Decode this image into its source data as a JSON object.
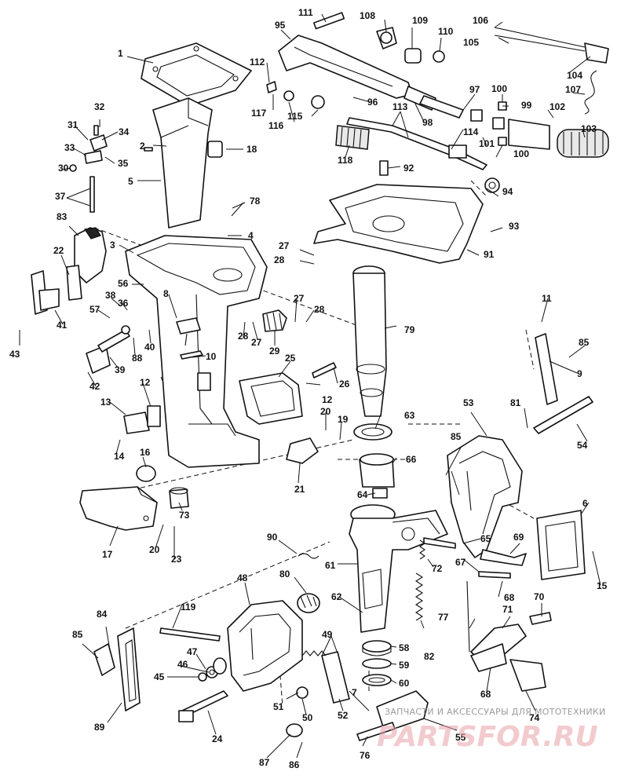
{
  "diagram": {
    "callouts": [
      {
        "id": "c1",
        "label": "1"
      },
      {
        "id": "c2",
        "label": "2"
      },
      {
        "id": "c3",
        "label": "3"
      },
      {
        "id": "c4",
        "label": "4"
      },
      {
        "id": "c5",
        "label": "5"
      },
      {
        "id": "c6",
        "label": "6"
      },
      {
        "id": "c7",
        "label": "7"
      },
      {
        "id": "c8",
        "label": "8"
      },
      {
        "id": "c9",
        "label": "9"
      },
      {
        "id": "c10",
        "label": "10"
      },
      {
        "id": "c11",
        "label": "11"
      },
      {
        "id": "c12",
        "label": "12"
      },
      {
        "id": "c12b",
        "label": "12"
      },
      {
        "id": "c13",
        "label": "13"
      },
      {
        "id": "c14",
        "label": "14"
      },
      {
        "id": "c15",
        "label": "15"
      },
      {
        "id": "c16",
        "label": "16"
      },
      {
        "id": "c17",
        "label": "17"
      },
      {
        "id": "c18",
        "label": "18"
      },
      {
        "id": "c19",
        "label": "19"
      },
      {
        "id": "c20",
        "label": "20"
      },
      {
        "id": "c20b",
        "label": "20"
      },
      {
        "id": "c21",
        "label": "21"
      },
      {
        "id": "c22",
        "label": "22"
      },
      {
        "id": "c23",
        "label": "23"
      },
      {
        "id": "c24",
        "label": "24"
      },
      {
        "id": "c25",
        "label": "25"
      },
      {
        "id": "c26",
        "label": "26"
      },
      {
        "id": "c27",
        "label": "27"
      },
      {
        "id": "c27b",
        "label": "27"
      },
      {
        "id": "c27c",
        "label": "27"
      },
      {
        "id": "c28",
        "label": "28"
      },
      {
        "id": "c28b",
        "label": "28"
      },
      {
        "id": "c28c",
        "label": "28"
      },
      {
        "id": "c29",
        "label": "29"
      },
      {
        "id": "c30",
        "label": "30"
      },
      {
        "id": "c31",
        "label": "31"
      },
      {
        "id": "c32",
        "label": "32"
      },
      {
        "id": "c33",
        "label": "33"
      },
      {
        "id": "c34",
        "label": "34"
      },
      {
        "id": "c35",
        "label": "35"
      },
      {
        "id": "c36",
        "label": "36"
      },
      {
        "id": "c37",
        "label": "37"
      },
      {
        "id": "c38",
        "label": "38"
      },
      {
        "id": "c39",
        "label": "39"
      },
      {
        "id": "c40",
        "label": "40"
      },
      {
        "id": "c41",
        "label": "41"
      },
      {
        "id": "c42",
        "label": "42"
      },
      {
        "id": "c43",
        "label": "43"
      },
      {
        "id": "c45",
        "label": "45"
      },
      {
        "id": "c46",
        "label": "46"
      },
      {
        "id": "c47",
        "label": "47"
      },
      {
        "id": "c48",
        "label": "48"
      },
      {
        "id": "c49",
        "label": "49"
      },
      {
        "id": "c50",
        "label": "50"
      },
      {
        "id": "c51",
        "label": "51"
      },
      {
        "id": "c52",
        "label": "52"
      },
      {
        "id": "c53",
        "label": "53"
      },
      {
        "id": "c54",
        "label": "54"
      },
      {
        "id": "c55",
        "label": "55"
      },
      {
        "id": "c56",
        "label": "56"
      },
      {
        "id": "c57",
        "label": "57"
      },
      {
        "id": "c58",
        "label": "58"
      },
      {
        "id": "c59",
        "label": "59"
      },
      {
        "id": "c60",
        "label": "60"
      },
      {
        "id": "c61",
        "label": "61"
      },
      {
        "id": "c62",
        "label": "62"
      },
      {
        "id": "c63",
        "label": "63"
      },
      {
        "id": "c64",
        "label": "64"
      },
      {
        "id": "c65",
        "label": "65"
      },
      {
        "id": "c66",
        "label": "66"
      },
      {
        "id": "c67",
        "label": "67"
      },
      {
        "id": "c68",
        "label": "68"
      },
      {
        "id": "c68b",
        "label": "68"
      },
      {
        "id": "c69",
        "label": "69"
      },
      {
        "id": "c70",
        "label": "70"
      },
      {
        "id": "c71",
        "label": "71"
      },
      {
        "id": "c72",
        "label": "72"
      },
      {
        "id": "c73",
        "label": "73"
      },
      {
        "id": "c74",
        "label": "74"
      },
      {
        "id": "c76",
        "label": "76"
      },
      {
        "id": "c77",
        "label": "77"
      },
      {
        "id": "c78",
        "label": "78"
      },
      {
        "id": "c79",
        "label": "79"
      },
      {
        "id": "c80",
        "label": "80"
      },
      {
        "id": "c81",
        "label": "81"
      },
      {
        "id": "c82",
        "label": "82"
      },
      {
        "id": "c83",
        "label": "83"
      },
      {
        "id": "c84",
        "label": "84"
      },
      {
        "id": "c85",
        "label": "85"
      },
      {
        "id": "c85b",
        "label": "85"
      },
      {
        "id": "c85c",
        "label": "85"
      },
      {
        "id": "c86",
        "label": "86"
      },
      {
        "id": "c87",
        "label": "87"
      },
      {
        "id": "c88",
        "label": "88"
      },
      {
        "id": "c89",
        "label": "89"
      },
      {
        "id": "c90",
        "label": "90"
      },
      {
        "id": "c91",
        "label": "91"
      },
      {
        "id": "c92",
        "label": "92"
      },
      {
        "id": "c93",
        "label": "93"
      },
      {
        "id": "c94",
        "label": "94"
      },
      {
        "id": "c95",
        "label": "95"
      },
      {
        "id": "c96",
        "label": "96"
      },
      {
        "id": "c97",
        "label": "97"
      },
      {
        "id": "c98",
        "label": "98"
      },
      {
        "id": "c99",
        "label": "99"
      },
      {
        "id": "c100",
        "label": "100"
      },
      {
        "id": "c100b",
        "label": "100"
      },
      {
        "id": "c101",
        "label": "101"
      },
      {
        "id": "c102",
        "label": "102"
      },
      {
        "id": "c103",
        "label": "103"
      },
      {
        "id": "c104",
        "label": "104"
      },
      {
        "id": "c105",
        "label": "105"
      },
      {
        "id": "c106",
        "label": "106"
      },
      {
        "id": "c107",
        "label": "107"
      },
      {
        "id": "c108",
        "label": "108"
      },
      {
        "id": "c109",
        "label": "109"
      },
      {
        "id": "c110",
        "label": "110"
      },
      {
        "id": "c111",
        "label": "111"
      },
      {
        "id": "c112",
        "label": "112"
      },
      {
        "id": "c113",
        "label": "113"
      },
      {
        "id": "c114",
        "label": "114"
      },
      {
        "id": "c115",
        "label": "115"
      },
      {
        "id": "c116",
        "label": "116"
      },
      {
        "id": "c117",
        "label": "117"
      },
      {
        "id": "c118",
        "label": "118"
      },
      {
        "id": "c119",
        "label": "119"
      }
    ]
  },
  "watermark": {
    "tagline": "ЗАПЧАСТИ И АКСЕССУАРЫ ДЛЯ МОТОТЕХНИКИ",
    "logo": "PARTSFOR.RU",
    "color": "#e8a0a8"
  }
}
